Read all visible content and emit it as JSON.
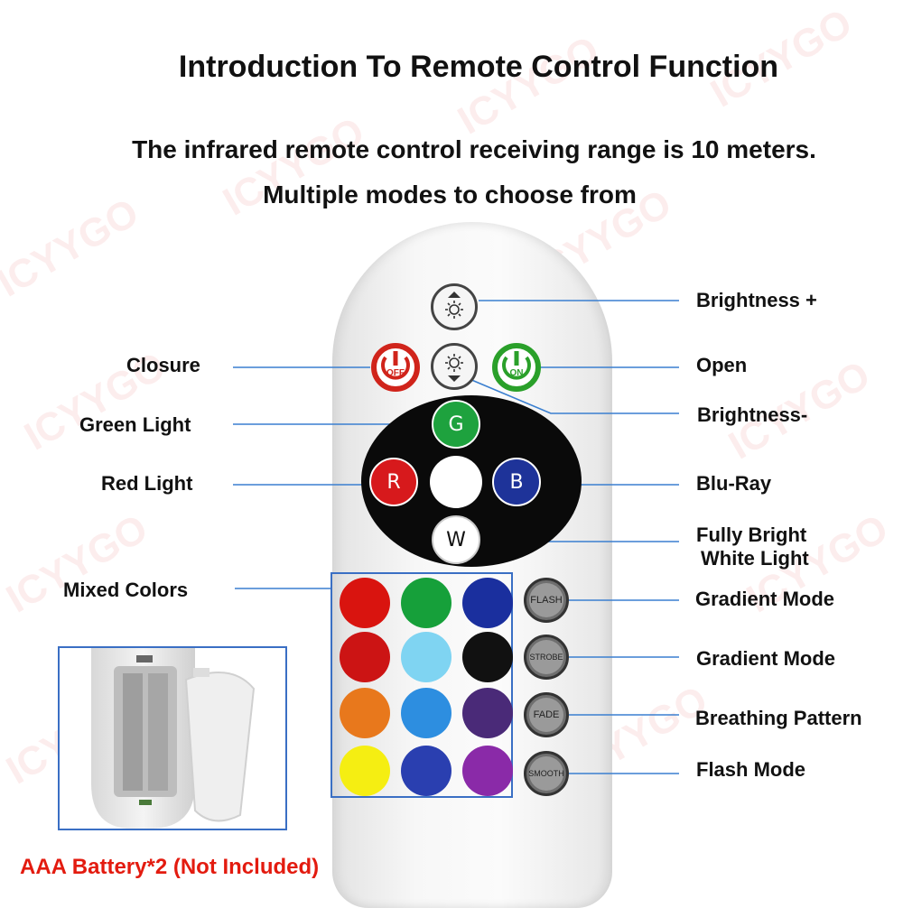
{
  "title": "Introduction To Remote Control Function",
  "subtitle_line1": "The infrared remote control receiving range is 10 meters.",
  "subtitle_line2": "Multiple modes to choose from",
  "watermark": "ICYYGO",
  "labels": {
    "brightness_plus": "Brightness +",
    "closure": "Closure",
    "open": "Open",
    "brightness_minus": "Brightness-",
    "green_light": "Green Light",
    "red_light": "Red Light",
    "blu_ray": "Blu-Ray",
    "fully_bright_1": "Fully Bright",
    "fully_bright_2": "White Light",
    "mixed_colors": "Mixed Colors",
    "gradient_mode_1": "Gradient Mode",
    "gradient_mode_2": "Gradient Mode",
    "breathing_pattern": "Breathing Pattern",
    "flash_mode": "Flash Mode"
  },
  "buttons": {
    "off": "OFF",
    "on": "ON",
    "g": "G",
    "r": "R",
    "b": "B",
    "w": "W",
    "flash": "FLASH",
    "strobe": "STROBE",
    "fade": "FADE",
    "smooth": "SMOOTH"
  },
  "colors": {
    "accent_line": "#3a7fd0",
    "off": "#d0241b",
    "on": "#2aa02a",
    "mix": [
      [
        "#d9140f",
        "#16a03a",
        "#1a2f9e"
      ],
      [
        "#cc1414",
        "#7fd4f2",
        "#111111"
      ],
      [
        "#e8781c",
        "#2d8ee0",
        "#4a2a78"
      ],
      [
        "#f5ee12",
        "#2a3fb0",
        "#8a2aa8"
      ]
    ]
  },
  "battery_note": "AAA Battery*2 (Not Included)"
}
